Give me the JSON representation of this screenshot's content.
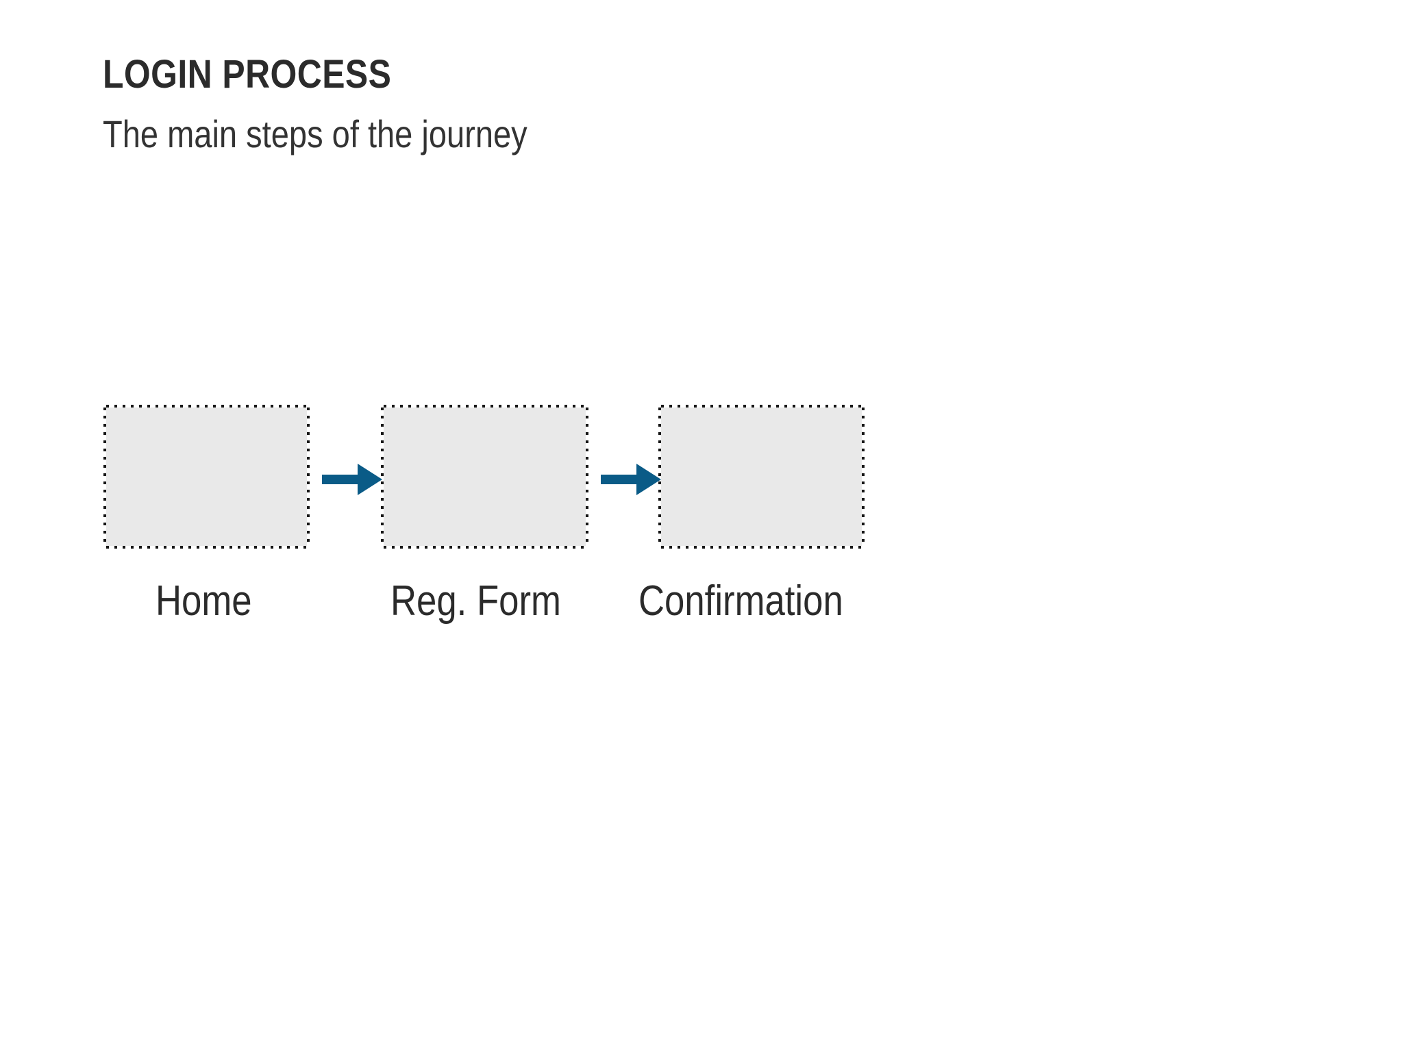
{
  "header": {
    "title": "LOGIN PROCESS",
    "subtitle": "The main steps of the journey"
  },
  "colors": {
    "title_text": "#2b2b2b",
    "subtitle_text": "#333333",
    "box_fill": "#e9e9e9",
    "box_border": "#161616",
    "arrow": "#0a5b87",
    "background": "#ffffff"
  },
  "diagram": {
    "type": "process-flow",
    "orientation": "horizontal",
    "step_count": 3,
    "connector_count": 2,
    "connector_glyph": "arrow-right",
    "steps": [
      {
        "index": 1,
        "label": "Home",
        "placeholder": true
      },
      {
        "index": 2,
        "label": "Reg. Form",
        "placeholder": true
      },
      {
        "index": 3,
        "label": "Confirmation",
        "placeholder": true
      }
    ],
    "connectors": [
      {
        "from": "Home",
        "to": "Reg. Form"
      },
      {
        "from": "Reg. Form",
        "to": "Confirmation"
      }
    ]
  }
}
